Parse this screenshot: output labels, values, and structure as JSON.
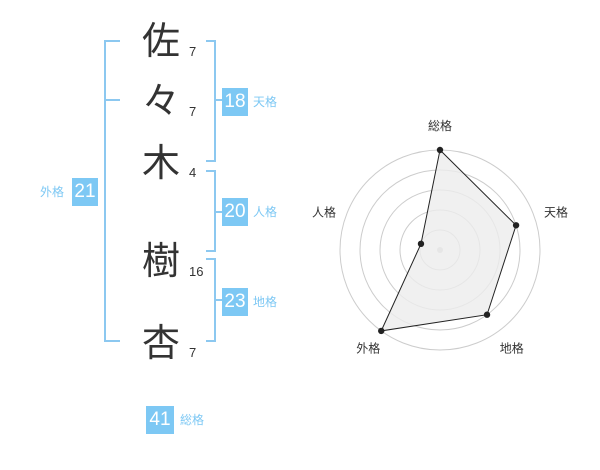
{
  "characters": [
    {
      "char": "佐",
      "strokes": "7"
    },
    {
      "char": "々",
      "strokes": "7"
    },
    {
      "char": "木",
      "strokes": "4"
    },
    {
      "char": "樹",
      "strokes": "16"
    },
    {
      "char": "杏",
      "strokes": "7"
    }
  ],
  "fortunes": {
    "tenkaku": {
      "value": "18",
      "label": "天格"
    },
    "jinkaku": {
      "value": "20",
      "label": "人格"
    },
    "chikaku": {
      "value": "23",
      "label": "地格"
    },
    "gaikaku": {
      "value": "21",
      "label": "外格"
    },
    "soukaku": {
      "value": "41",
      "label": "総格"
    }
  },
  "colors": {
    "accent": "#7dc8f4",
    "bracket": "#8cc8f0",
    "polygon_fill": "#ececec",
    "rings": "#cccccc"
  },
  "chart_data": {
    "type": "radar",
    "axes": [
      "総格",
      "天格",
      "地格",
      "外格",
      "人格"
    ],
    "values": [
      5,
      4,
      4,
      5,
      1
    ],
    "rings": 5,
    "max": 5
  }
}
